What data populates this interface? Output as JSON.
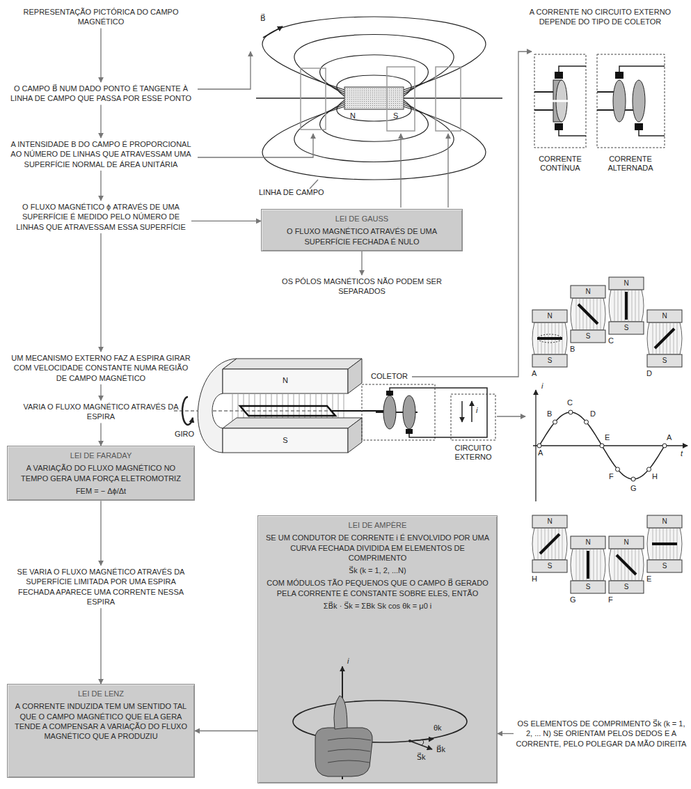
{
  "diagram": {
    "nodes": [
      {
        "text": [
          "REPRESENTAÇÃO PICTÓRICA DO CAMPO MAGNÉTICO"
        ]
      },
      {
        "text": [
          "O CAMPO B⃗ NUM DADO PONTO É TANGENTE À LINHA DE CAMPO QUE PASSA POR ESSE PONTO"
        ]
      },
      {
        "text": [
          "A INTENSIDADE B DO CAMPO É PROPORCIONAL AO NÚMERO DE LINHAS QUE ATRAVESSAM UMA SUPERFÍCIE NORMAL DE ÁREA UNITÁRIA"
        ]
      },
      {
        "text": [
          "O FLUXO MAGNÉTICO ϕ ATRAVÉS DE UMA SUPERFÍCIE É MEDIDO PELO NÚMERO DE LINHAS QUE ATRAVESSAM ESSA SUPERFÍCIE"
        ]
      },
      {
        "text": [
          "LEI DE GAUSS",
          "O FLUXO MAGNÉTICO ATRAVÉS DE UMA SUPERFÍCIE FECHADA É NULO"
        ]
      },
      {
        "text": [
          "OS PÓLOS MAGNÉTICOS NÃO PODEM SER SEPARADOS"
        ]
      },
      {
        "text": [
          "A CORRENTE NO CIRCUITO EXTERNO DEPENDE DO TIPO DE COLETOR"
        ]
      },
      {
        "text": [
          "UM MECANISMO EXTERNO FAZ A ESPIRA GIRAR COM VELOCIDADE CONSTANTE NUMA REGIÃO DE CAMPO MAGNÉTICO"
        ]
      },
      {
        "text": [
          "VARIA O FLUXO MAGNÉTICO ATRAVÉS DA ESPIRA"
        ]
      },
      {
        "text": [
          "LEI DE FARADAY",
          "A VARIAÇÃO DO FLUXO MAGNÉTICO NO TEMPO GERA UMA FORÇA ELETROMOTRIZ",
          "FEM = − Δϕ/Δt"
        ]
      },
      {
        "text": [
          "SE VARIA O FLUXO MAGNÉTICO ATRAVÉS DA SUPERFÍCIE LIMITADA POR UMA ESPIRA FECHADA APARECE UMA CORRENTE NESSA ESPIRA"
        ]
      },
      {
        "text": [
          "LEI DE AMPÈRE",
          "SE UM CONDUTOR DE CORRENTE i É ENVOLVIDO POR UMA CURVA FECHADA DIVIDIDA EM ELEMENTOS DE COMPRIMENTO",
          "S⃗k (k = 1, 2, ...N)",
          "COM MÓDULOS TÃO PEQUENOS QUE O CAMPO B⃗ GERADO PELA CORRENTE É CONSTANTE SOBRE ELES, ENTÃO",
          "ΣB⃗k · S⃗k = ΣBk Sk cos θk = μ0 i"
        ]
      },
      {
        "text": [
          "LEI DE LENZ",
          "A CORRENTE INDUZIDA TEM UM SENTIDO TAL QUE O CAMPO MAGNÉTICO QUE ELA GERA TENDE A COMPENSAR A VARIAÇÃO DO FLUXO MAGNÉTICO QUE A PRODUZIU"
        ]
      },
      {
        "text": [
          "OS ELEMENTOS DE COMPRIMENTO S⃗k (k = 1, 2, ... N) SE ORIENTAM PELOS DEDOS E A CORRENTE, PELO POLEGAR DA MÃO DIREITA"
        ]
      }
    ],
    "edges": [
      {
        "from": 0,
        "to": 1,
        "arrow": "to"
      },
      {
        "from": 1,
        "to": 2,
        "arrow": "to"
      },
      {
        "from": 2,
        "to": 3,
        "arrow": "to"
      },
      {
        "from": 3,
        "to": 4,
        "arrow": "to"
      },
      {
        "from": 4,
        "to": 5,
        "arrow": "to"
      },
      {
        "from": 3,
        "to": 7,
        "arrow": "to"
      },
      {
        "from": 7,
        "to": 8,
        "arrow": "to"
      },
      {
        "from": 8,
        "to": 9,
        "arrow": "to"
      },
      {
        "from": 9,
        "to": 10,
        "arrow": "to"
      },
      {
        "from": 10,
        "to": 12,
        "arrow": "to"
      },
      {
        "from": 13,
        "to": 11,
        "arrow": "to"
      },
      {
        "from": 11,
        "to": 12,
        "arrow": "to"
      }
    ],
    "labels": [
      "B⃗",
      "N",
      "S",
      "LINHA DE CAMPO",
      "CORRENTE CONTÍNUA",
      "CORRENTE ALTERNADA",
      "COLETOR",
      "N",
      "S",
      "GIRO",
      "CIRCUITO EXTERNO",
      "i",
      "i",
      "t",
      "A",
      "B",
      "C",
      "D",
      "E",
      "F",
      "G",
      "H",
      "A",
      "A",
      "N",
      "S",
      "B",
      "N",
      "S",
      "C",
      "N",
      "S",
      "D",
      "N",
      "S",
      "H",
      "N",
      "S",
      "G",
      "N",
      "S",
      "F",
      "N",
      "S",
      "E",
      "N",
      "S",
      "i",
      "S⃗k",
      "θk",
      "B⃗k"
    ]
  }
}
